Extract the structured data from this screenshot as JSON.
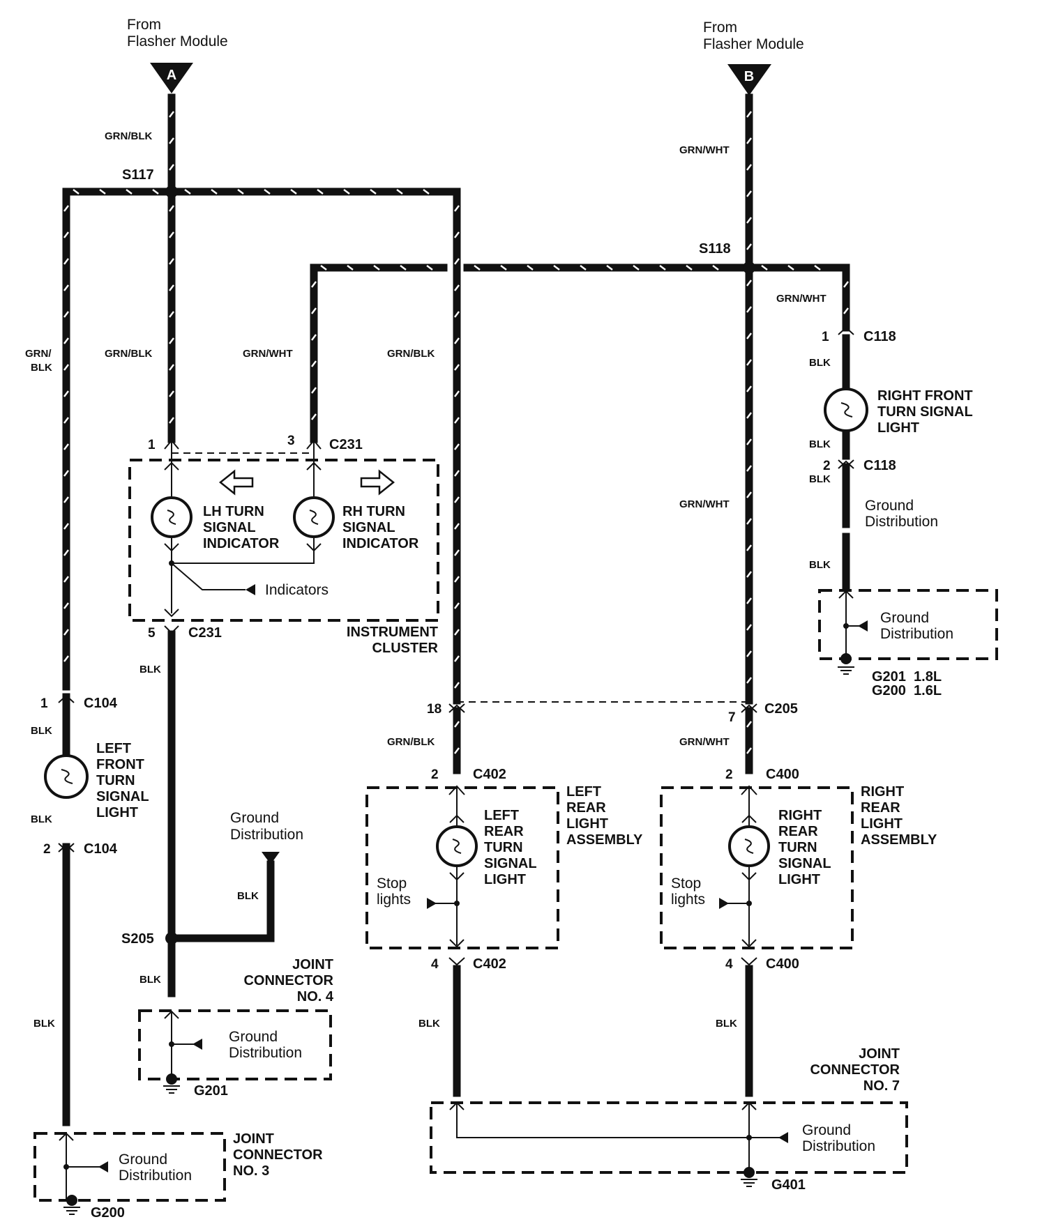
{
  "sources": [
    {
      "id": "a",
      "from_text": [
        "From",
        "Flasher Module"
      ],
      "letter": "A"
    },
    {
      "id": "b",
      "from_text": [
        "From",
        "Flasher Module"
      ],
      "letter": "B"
    }
  ],
  "splices": {
    "s117": "S117",
    "s118": "S118",
    "s205": "S205"
  },
  "wire_colors": {
    "grn_blk": "GRN/BLK",
    "grn_wht": "GRN/WHT",
    "grn_blk_split": [
      "GRN/",
      "BLK"
    ],
    "blk": "BLK"
  },
  "connectors": {
    "c104": "C104",
    "c231": "C231",
    "c118": "C118",
    "c205": "C205",
    "c402": "C402",
    "c400": "C400"
  },
  "pins": {
    "c104_1": "1",
    "c104_2": "2",
    "c231_1": "1",
    "c231_3": "3",
    "c231_5": "5",
    "c118_1": "1",
    "c118_2": "2",
    "c205_18": "18",
    "c205_7": "7",
    "c402_2": "2",
    "c402_4": "4",
    "c400_2": "2",
    "c400_4": "4"
  },
  "components": {
    "left_front_light": [
      "LEFT",
      "FRONT",
      "TURN",
      "SIGNAL",
      "LIGHT"
    ],
    "right_front_light": [
      "RIGHT FRONT",
      "TURN SIGNAL",
      "LIGHT"
    ],
    "lh_indicator": [
      "LH TURN",
      "SIGNAL",
      "INDICATOR"
    ],
    "rh_indicator": [
      "RH TURN",
      "SIGNAL",
      "INDICATOR"
    ],
    "instrument_cluster": [
      "INSTRUMENT",
      "CLUSTER"
    ],
    "indicators_ref": "Indicators",
    "left_rear_assembly": [
      "LEFT",
      "REAR",
      "LIGHT",
      "ASSEMBLY"
    ],
    "left_rear_light": [
      "LEFT",
      "REAR",
      "TURN",
      "SIGNAL",
      "LIGHT"
    ],
    "right_rear_assembly": [
      "RIGHT",
      "REAR",
      "LIGHT",
      "ASSEMBLY"
    ],
    "right_rear_light": [
      "RIGHT",
      "REAR",
      "TURN",
      "SIGNAL",
      "LIGHT"
    ],
    "stop_lights": [
      "Stop",
      "lights"
    ],
    "ground_distribution": [
      "Ground",
      "Distribution"
    ]
  },
  "joint_connectors": {
    "no3": [
      "JOINT",
      "CONNECTOR",
      "NO. 3"
    ],
    "no4": [
      "JOINT",
      "CONNECTOR",
      "NO. 4"
    ],
    "no7": [
      "JOINT",
      "CONNECTOR",
      "NO. 7"
    ]
  },
  "grounds": {
    "g200": "G200",
    "g201": "G201",
    "g401": "G401",
    "g201_variant": "G201  1.8L",
    "g200_variant": "G200  1.6L"
  }
}
